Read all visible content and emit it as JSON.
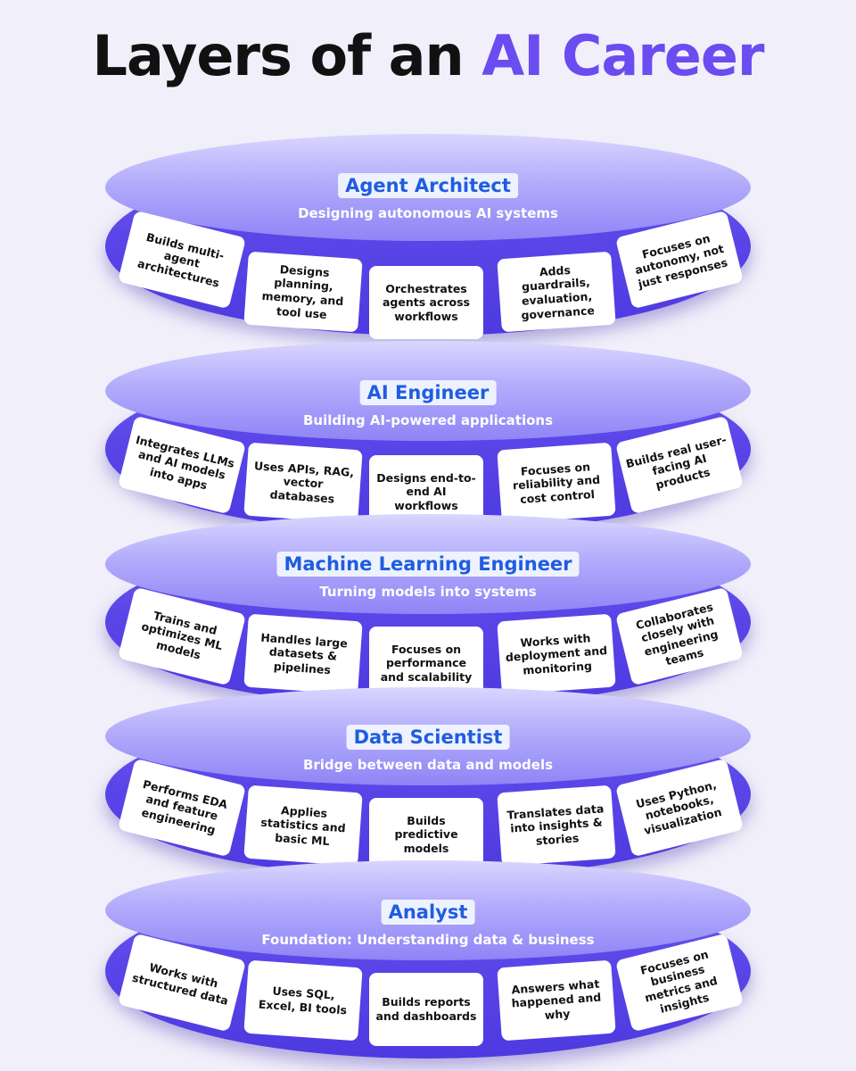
{
  "title": {
    "part1": "Layers of an ",
    "part2": "AI Career"
  },
  "colors": {
    "accent": "#6a4cf0",
    "layer": "#5a45e8",
    "badge_text": "#1f5de0"
  },
  "layers": [
    {
      "name": "Agent Architect",
      "subtitle": "Designing autonomous AI systems",
      "cards": [
        "Builds multi-agent architectures",
        "Designs planning, memory, and tool use",
        "Orchestrates agents across workflows",
        "Adds guardrails, evaluation, governance",
        "Focuses on autonomy, not just responses"
      ]
    },
    {
      "name": "AI Engineer",
      "subtitle": "Building AI-powered applications",
      "cards": [
        "Integrates LLMs and AI models into apps",
        "Uses APIs, RAG, vector databases",
        "Designs end-to-end AI workflows",
        "Focuses on reliability and cost control",
        "Builds real user-facing AI products"
      ]
    },
    {
      "name": "Machine Learning Engineer",
      "subtitle": "Turning models into systems",
      "cards": [
        "Trains and optimizes ML models",
        "Handles large datasets & pipelines",
        "Focuses on performance and scalability",
        "Works with deployment and monitoring",
        "Collaborates closely with engineering teams"
      ]
    },
    {
      "name": "Data Scientist",
      "subtitle": "Bridge between data and models",
      "cards": [
        "Performs EDA and feature engineering",
        "Applies statistics and basic ML",
        "Builds predictive models",
        "Translates data into insights & stories",
        "Uses Python, notebooks, visualization"
      ]
    },
    {
      "name": "Analyst",
      "subtitle": "Foundation: Understanding data & business",
      "cards": [
        "Works with structured data",
        "Uses SQL, Excel, BI tools",
        "Builds reports and dashboards",
        "Answers what happened and why",
        "Focuses on business metrics and insights"
      ]
    }
  ]
}
